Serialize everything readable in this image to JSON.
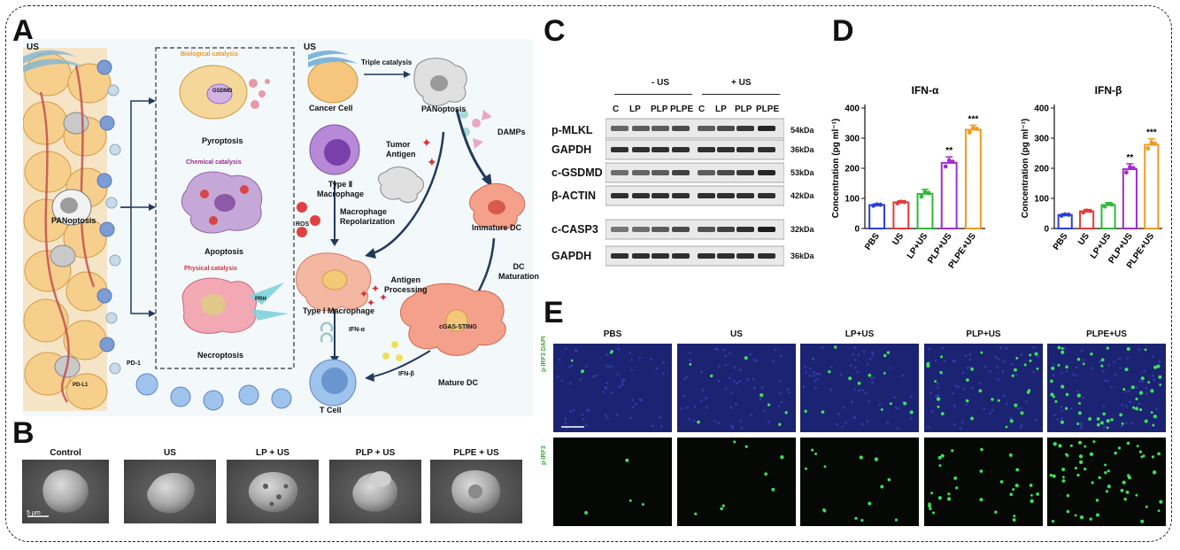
{
  "panels": {
    "A": "A",
    "B": "B",
    "C": "C",
    "D": "D",
    "E": "E"
  },
  "panelA": {
    "us_left": "US",
    "us_top": "US",
    "biological": "Biological catalysis",
    "gsdmd": "GSDMD",
    "pyroptosis": "Pyroptosis",
    "chemical": "Chemical catalysis",
    "apoptosis": "Apoptosis",
    "physical": "Physical catalysis",
    "prh": "PRH",
    "necroptosis": "Necroptosis",
    "panoptosis_left": "PANoptosis",
    "triple": "Triple catalysis",
    "cancer_cell": "Cancer Cell",
    "panoptosis_right": "PANoptosis",
    "damps": "DAMPs",
    "tumor_antigen": "Tumor\nAntigen",
    "type2": "Type Ⅱ\nMacrophage",
    "ros": "ROS",
    "repolar": "Macrophage\nRepolarization",
    "immature_dc": "Immature DC",
    "dc_maturation": "DC\nMaturation",
    "antigen_proc": "Antigen\nProcessing",
    "type1": "Type Ⅰ Macrophage",
    "ifn_a": "IFN-α",
    "cgas": "cGAS-STING",
    "ifn_b": "IFN-β",
    "mature_dc": "Mature DC",
    "pd1": "PD-1",
    "pdl1": "PD-L1",
    "tcell": "T Cell"
  },
  "panelB": {
    "labels": [
      "Control",
      "US",
      "LP + US",
      "PLP + US",
      "PLPE + US"
    ],
    "scale": "5 μm"
  },
  "panelC": {
    "group_minus": "- US",
    "group_plus": "+ US",
    "lanes": [
      "C",
      "LP",
      "PLP",
      "PLPE",
      "C",
      "LP",
      "PLP",
      "PLPE"
    ],
    "rows": [
      {
        "name": "p-MLKL",
        "kda": "54kDa"
      },
      {
        "name": "GAPDH",
        "kda": "36kDa"
      },
      {
        "name": "c-GSDMD",
        "kda": "53kDa"
      },
      {
        "name": "β-ACTIN",
        "kda": "42kDa"
      },
      {
        "name": "c-CASP3",
        "kda": "32kDa"
      },
      {
        "name": "GAPDH",
        "kda": "36kDa"
      }
    ]
  },
  "panelE": {
    "cols": [
      "PBS",
      "US",
      "LP+US",
      "PLP+US",
      "PLPE+US"
    ],
    "row1_label": "p-IRF3 DAPI",
    "row2_label": "p-IRF3"
  },
  "chart_data": [
    {
      "type": "bar",
      "title": "IFN-α",
      "ylabel": "Concentration (pg ml⁻¹)",
      "categories": [
        "PBS",
        "US",
        "LP+US",
        "PLP+US",
        "PLPE+US"
      ],
      "values": [
        78,
        87,
        115,
        218,
        328
      ],
      "errors": [
        4,
        5,
        15,
        20,
        15
      ],
      "significance": [
        "",
        "",
        "",
        "**",
        "***"
      ],
      "colors": [
        "#2b3fd6",
        "#e63a3a",
        "#2fb83a",
        "#a02ed0",
        "#f39a1c"
      ],
      "ylim": [
        0,
        400
      ],
      "yticks": [
        0,
        100,
        200,
        300,
        400
      ]
    },
    {
      "type": "bar",
      "title": "IFN-β",
      "ylabel": "Concentration (pg ml⁻¹)",
      "categories": [
        "PBS",
        "US",
        "LP+US",
        "PLP+US",
        "PLPE+US"
      ],
      "values": [
        45,
        57,
        78,
        197,
        278
      ],
      "errors": [
        4,
        6,
        8,
        18,
        20
      ],
      "significance": [
        "",
        "",
        "",
        "**",
        "***"
      ],
      "colors": [
        "#2b3fd6",
        "#e63a3a",
        "#2fb83a",
        "#a02ed0",
        "#f39a1c"
      ],
      "ylim": [
        0,
        400
      ],
      "yticks": [
        0,
        100,
        200,
        300,
        400
      ]
    }
  ]
}
